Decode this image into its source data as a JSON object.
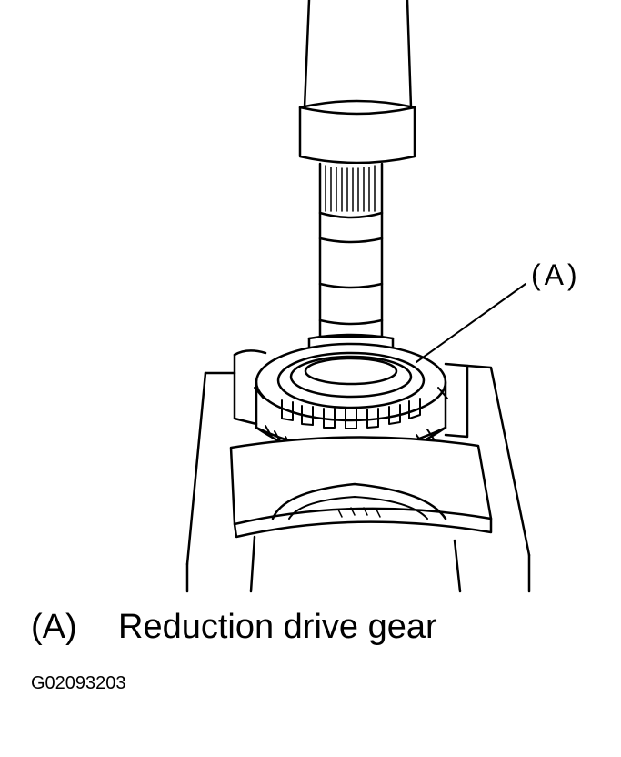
{
  "callout": {
    "label": "(A)"
  },
  "legend": {
    "key": "(A)",
    "description": "Reduction drive gear"
  },
  "figure_code": "G02093203"
}
